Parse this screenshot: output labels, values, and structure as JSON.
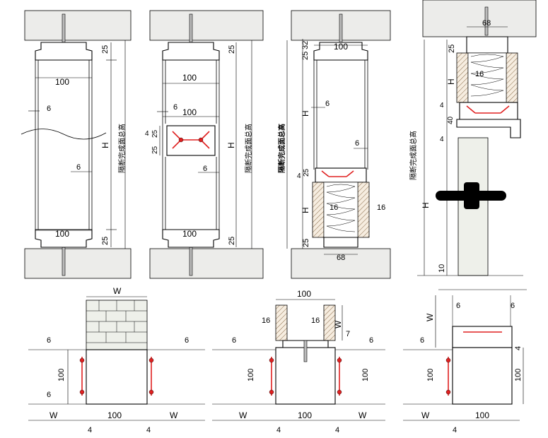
{
  "sections": {
    "s1": {
      "caption": "隔断完成面总高",
      "dims": {
        "top": "25",
        "width_top": "100",
        "gap_a": "6",
        "h": "H",
        "gap_b": "6",
        "width_bottom": "100",
        "bottom": "25"
      }
    },
    "s2": {
      "caption": "隔断完成面总高",
      "dims": {
        "top": "25",
        "width_top": "100",
        "gap_a": "6",
        "width_mid": "100",
        "m4": "4",
        "m25a": "25",
        "m25b": "25",
        "h": "H",
        "gap_b": "6",
        "width_bottom": "100",
        "bottom": "25"
      }
    },
    "s3": {
      "caption": "隔断完成面总高",
      "dims": {
        "top25": "25",
        "top32": "32",
        "width_top": "100",
        "h_top": "H",
        "gap_a": "6",
        "gap_b": "6",
        "m25": "25",
        "m4": "4",
        "h_bottom": "H",
        "left16": "16",
        "right16": "16",
        "bottom": "25",
        "width_bottom": "68"
      }
    },
    "s4": {
      "caption": "隔断完成面总高",
      "dims": {
        "width_top": "68",
        "top": "25",
        "h_top": "H",
        "w16": "16",
        "m4a": "4",
        "m40": "40",
        "m4b": "4",
        "h": "H",
        "bottom": "10"
      }
    },
    "plan1": {
      "dims": {
        "w_top": "W",
        "gap_l": "6",
        "gap_r": "6",
        "depth": "100",
        "gap_l2": "6",
        "w_left": "W",
        "width": "100",
        "w_right": "W",
        "m4_l": "4",
        "m4_r": "4"
      }
    },
    "plan2": {
      "dims": {
        "top_width": "100",
        "w16_l": "16",
        "w16_r": "16",
        "w": "W",
        "m7": "7",
        "gap_l": "6",
        "gap_r": "6",
        "depth_l": "100",
        "depth_r": "100",
        "w_left": "W",
        "width": "100",
        "w_right": "W",
        "m4_l": "4",
        "m4_r": "4"
      }
    },
    "plan3": {
      "dims": {
        "gap_top_l": "6",
        "gap_top_r": "6",
        "w": "W",
        "gap_l": "6",
        "m4": "4",
        "depth_l": "100",
        "depth_r": "100",
        "w_left": "W",
        "width": "100",
        "m4_b": "4"
      }
    }
  },
  "colors": {
    "seal": "#e02020",
    "line": "#000000",
    "slab": "#ececea"
  }
}
